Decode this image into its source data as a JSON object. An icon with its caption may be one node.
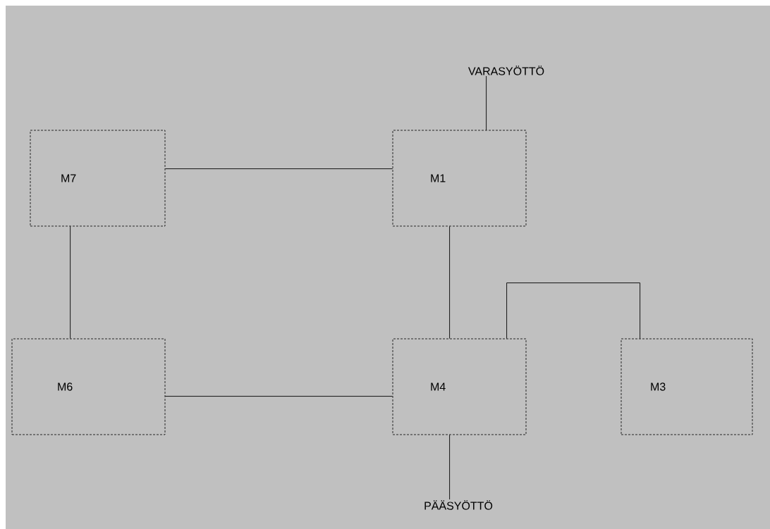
{
  "diagram": {
    "nodes": [
      {
        "text": [
          "VARASYÖTTÖ"
        ]
      },
      {
        "text": [
          "M7"
        ]
      },
      {
        "text": [
          "M1"
        ]
      },
      {
        "text": [
          "M6"
        ]
      },
      {
        "text": [
          "M4"
        ]
      },
      {
        "text": [
          "M3"
        ]
      },
      {
        "text": [
          "PÄÄSYÖTTÖ"
        ]
      }
    ],
    "edges": [
      {
        "from": 0,
        "to": 2,
        "arrow": "none"
      },
      {
        "from": 1,
        "to": 2,
        "arrow": "none"
      },
      {
        "from": 1,
        "to": 3,
        "arrow": "none"
      },
      {
        "from": 2,
        "to": 4,
        "arrow": "none"
      },
      {
        "from": 3,
        "to": 4,
        "arrow": "none"
      },
      {
        "from": 4,
        "to": 5,
        "arrow": "none"
      },
      {
        "from": 4,
        "to": 6,
        "arrow": "none"
      }
    ]
  }
}
